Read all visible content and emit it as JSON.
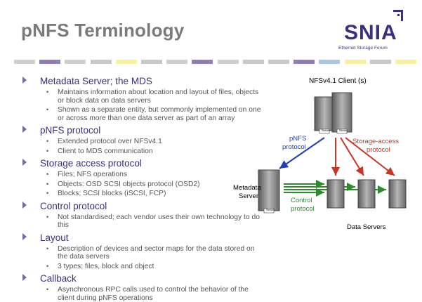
{
  "title": "pNFS Terminology",
  "logo": {
    "word": "SNIA",
    "tagline": "Ethernet Storage Forum"
  },
  "stripe_colors": [
    "#cfcfcf",
    "#8e7fb8",
    "#cfcfcf",
    "#c9c9c9",
    "#f6f19a",
    "#c9c9c9",
    "#cfcfcf",
    "#8e7fb8",
    "#cfcfcf",
    "#c9c9c9",
    "#c9c9c9",
    "#8e7fb8",
    "#a9c6e2",
    "#f6f19a",
    "#c9c9c9",
    "#f6f19a"
  ],
  "items": [
    {
      "label": "Metadata Server; the MDS",
      "subs": [
        "Maintains information about location and layout of files, objects or block data on data servers",
        "Shown as a separate entity, but commonly implemented on one or across more than one data server as part of an array"
      ]
    },
    {
      "label": "pNFS protocol",
      "subs": [
        "Extended protocol over NFSv4.1",
        "Client to MDS communication"
      ]
    },
    {
      "label": "Storage access protocol",
      "subs": [
        "Files; NFS operations",
        "Objects: OSD SCSI objects protocol (OSD2)",
        "Blocks; SCSI blocks (iSCSI, FCP)"
      ]
    },
    {
      "label": "Control protocol",
      "subs": [
        "Not standardised; each vendor uses their own technology to do this"
      ]
    },
    {
      "label": "Layout",
      "subs": [
        "Description of devices and sector maps for the data stored on the data servers",
        "3 types; files, block and object"
      ]
    },
    {
      "label": "Callback",
      "subs": [
        "Asynchronous RPC calls used to control the behavior of the client during pNFS operations"
      ]
    }
  ],
  "diagram": {
    "client_label": "NFSv4.1 Client (s)",
    "pnfs_label_1": "pNFS",
    "pnfs_label_2": "protocol",
    "storage_label_1": "Storage-access",
    "storage_label_2": "protocol",
    "metadata_label_1": "Metadata",
    "metadata_label_2": "Server",
    "control_label_1": "Control",
    "control_label_2": "protocol",
    "data_servers_label": "Data Servers",
    "server_badge": "Server"
  }
}
